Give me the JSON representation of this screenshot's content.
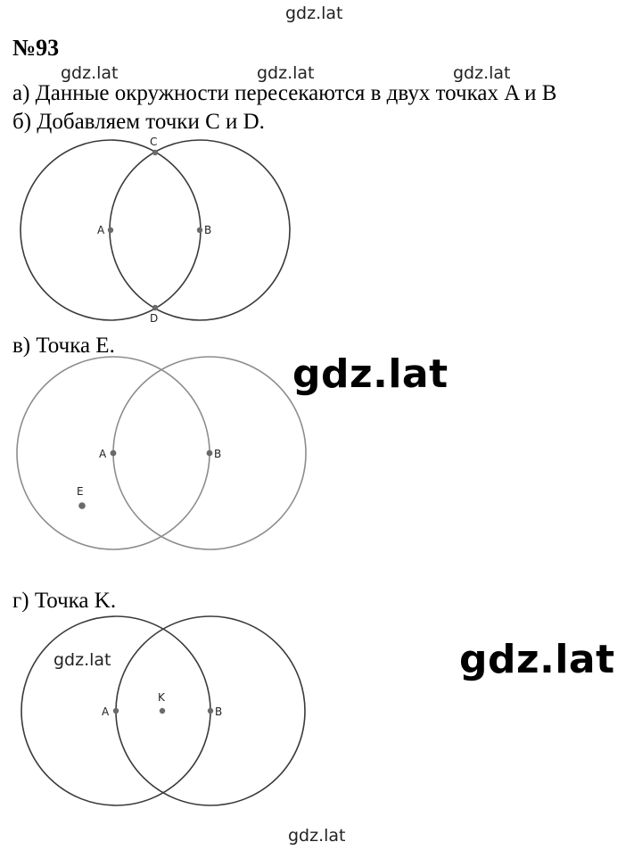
{
  "watermark": "gdz.lat",
  "problem_number": "№93",
  "lines": {
    "a": "а)  Данные окружности пересекаются в двух точках A и B",
    "b": "б)  Добавляем точки C и D.",
    "v": "в) Точка E.",
    "g": "г) Точка K."
  },
  "figures": {
    "fig1": {
      "labels": {
        "A": "A",
        "B": "B",
        "C": "C",
        "D": "D"
      }
    },
    "fig2": {
      "labels": {
        "A": "A",
        "B": "B",
        "E": "E"
      }
    },
    "fig3": {
      "labels": {
        "A": "A",
        "B": "B",
        "K": "K"
      }
    }
  },
  "colors": {
    "stroke_dark": "#3a3a3a",
    "stroke_light": "#8c8c8c",
    "point": "#6a6a6a"
  }
}
